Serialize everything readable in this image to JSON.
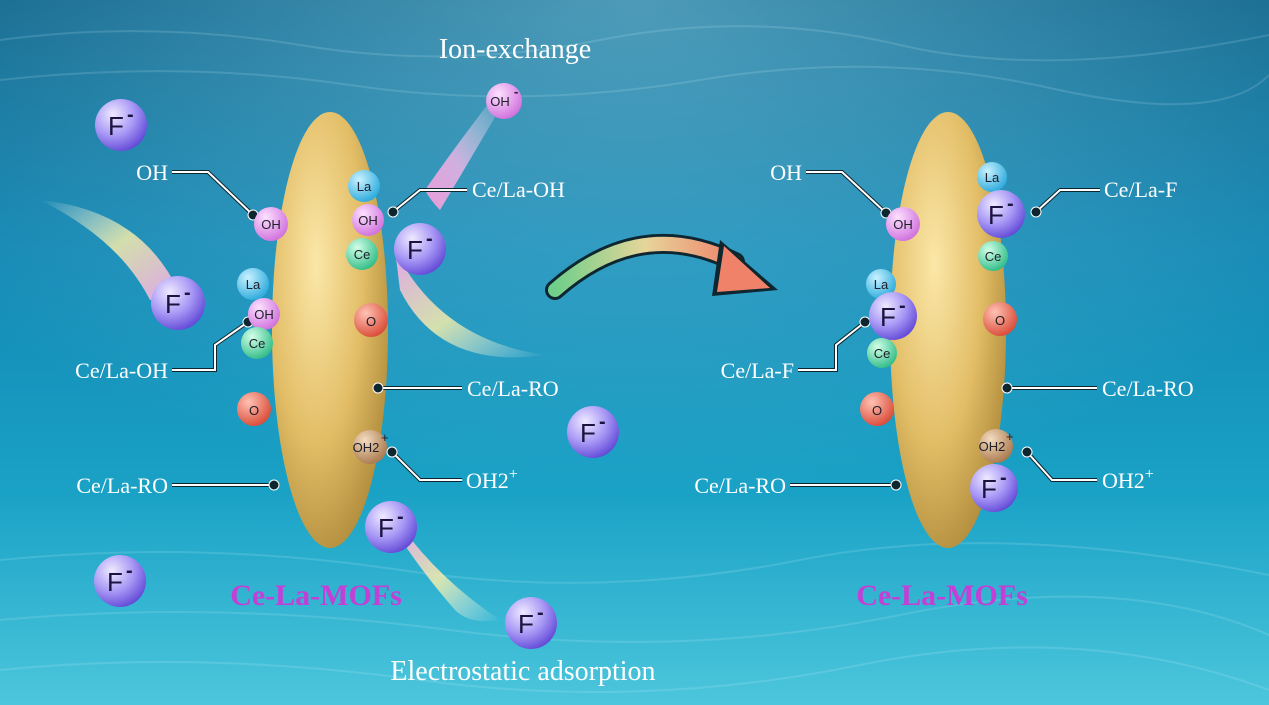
{
  "labels": {
    "ion_exchange": "Ion-exchange",
    "electrostatic": "Electrostatic adsorption",
    "mof_left": "Ce-La-MOFs",
    "mof_right": "Ce-La-MOFs"
  },
  "left_callouts": {
    "oh": "OH",
    "ce_la_oh_top": "Ce/La-OH",
    "ce_la_oh_left": "Ce/La-OH",
    "ce_la_ro_right": "Ce/La-RO",
    "ce_la_ro_left": "Ce/La-RO",
    "oh2": "OH2",
    "oh2_sup": "+"
  },
  "right_callouts": {
    "oh": "OH",
    "ce_la_f_top": "Ce/La-F",
    "ce_la_f_left": "Ce/La-F",
    "ce_la_ro_right": "Ce/La-RO",
    "ce_la_ro_left": "Ce/La-RO",
    "oh2": "OH2",
    "oh2_sup": "+"
  },
  "atoms": {
    "la": "La",
    "ce": "Ce",
    "oh": "OH",
    "o": "O",
    "oh2": "OH2",
    "oh2_sup": "+",
    "oh_minus": "OH",
    "oh_minus_sup": "-"
  },
  "ions": {
    "f": "F",
    "f_sup": "-"
  },
  "colors": {
    "water_top": "#0c6f97",
    "water_mid": "#1596bd",
    "water_bottom": "#52c9de",
    "mof_body": "#e6c06c",
    "la_atom": "#4fc4ea",
    "ce_atom": "#54d4a0",
    "oh_atom": "#e58ee8",
    "o_atom": "#ea6a55",
    "oh2_atom": "#c79a6a",
    "f_ion": "#8a78ef",
    "title": "#c33fd6"
  }
}
